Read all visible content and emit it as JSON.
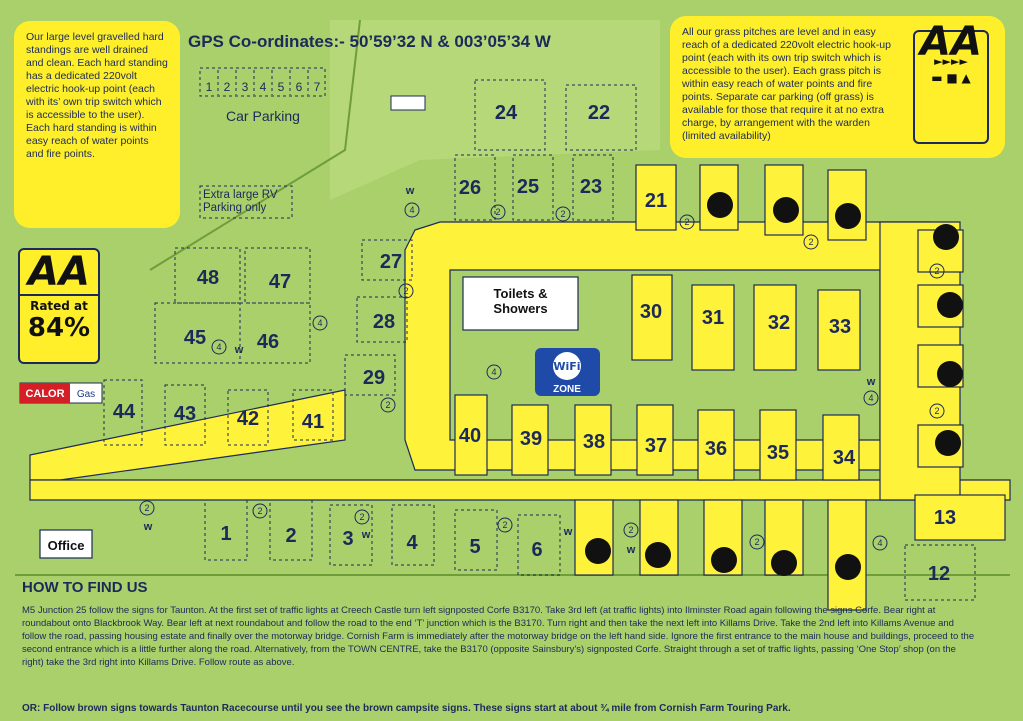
{
  "header": {
    "gps": "GPS Co-ordinates:- 50’59’32 N & 003’05’34 W"
  },
  "colors": {
    "grass": "#a9d06a",
    "track": "#fff23a",
    "outline": "#1b2a5a",
    "navy": "#1f3a8a"
  },
  "notes": {
    "hard_standing": "Our large level gravelled hard standings are well drained and clean. Each hard standing has a dedicated 220volt electric hook-up point (each with its’ own trip switch which is accessible to the user). Each hard standing is within easy reach of water points and fire points.",
    "grass_pitches": "All our grass pitches are level and in easy reach of a dedicated 220volt electric hook-up point (each with its own trip switch which is accessible to the user). Each grass pitch is within easy reach of water points and fire points. Separate car parking (off grass) is available for those that require it at no extra charge, by arrangement with the warden (limited availability)"
  },
  "aa_rating": {
    "logo": "AA",
    "rated_label": "Rated at",
    "percent": "84%"
  },
  "calor": {
    "brand": "CALOR",
    "gas": "Gas"
  },
  "wifi": {
    "word": "WiFi",
    "zone": "ZONE"
  },
  "labels": {
    "car_parking": "Car Parking",
    "rv_parking": "Extra large RV Parking only",
    "toilets": "Toilets & Showers",
    "office": "Office",
    "w": "w",
    "fire": "4",
    "water": "2"
  },
  "car_park_bays": [
    "1",
    "2",
    "3",
    "4",
    "5",
    "6",
    "7"
  ],
  "pitches": [
    "1",
    "2",
    "3",
    "4",
    "5",
    "6",
    "12",
    "13",
    "21",
    "22",
    "23",
    "24",
    "25",
    "26",
    "27",
    "28",
    "29",
    "30",
    "31",
    "32",
    "33",
    "34",
    "35",
    "36",
    "37",
    "38",
    "39",
    "40",
    "41",
    "42",
    "43",
    "44",
    "45",
    "46",
    "47",
    "48"
  ],
  "how_to_find": {
    "title": "HOW TO FIND US",
    "directions": "M5 Junction 25 follow the signs for Taunton. At the first set of traffic lights at Creech Castle turn left signposted Corfe B3170. Take 3rd left (at traffic lights) into Ilminster Road again following the signs Corfe. Bear right at roundabout onto Blackbrook Way. Bear left at next roundabout and follow the road to the end ‘T’ junction which is the B3170. Turn right and then take the next left into Killams Drive. Take the 2nd left into Killams Avenue and follow the road, passing housing estate and finally over the motorway bridge. Cornish Farm is immediately after the motorway bridge on the left hand side. Ignore the first entrance to the main house and buildings, proceed to the second entrance which is a little further along the road. Alternatively, from the TOWN CENTRE, take the B3170 (opposite Sainsbury’s) signposted Corfe. Straight through a set of traffic lights, passing ‘One Stop’ shop (on the right) take the 3rd right into Killams Drive. Follow route as above.",
    "footer": "OR: Follow brown signs towards Taunton Racecourse until you see the brown campsite signs. These signs start at about ¾ mile from Cornish Farm Touring Park."
  }
}
